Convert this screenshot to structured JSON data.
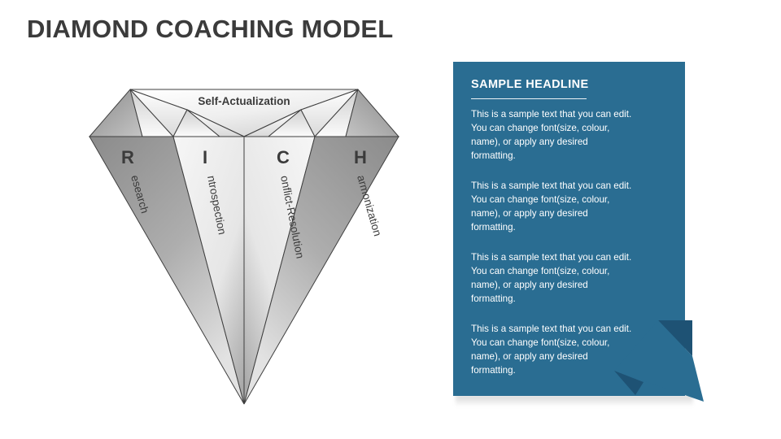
{
  "slide": {
    "title": "DIAMOND COACHING MODEL",
    "title_color": "#3b3b3b",
    "background_color": "#ffffff"
  },
  "diamond": {
    "crown_label": "Self-Actualization",
    "facets": [
      {
        "letter": "R",
        "word": "esearch",
        "full": "Research"
      },
      {
        "letter": "I",
        "word": "ntrospection",
        "full": "Introspection"
      },
      {
        "letter": "C",
        "word": "onflict-Resolution",
        "full": "Conflict-Resolution"
      },
      {
        "letter": "H",
        "word": "armonization",
        "full": "Harmonization"
      }
    ],
    "colors": {
      "light_facet": "#f2f2f2",
      "mid_facet": "#c9c9c9",
      "dark_facet": "#8f8f8f",
      "outline": "#3f3f3f",
      "text": "#3b3b3b"
    }
  },
  "callout": {
    "headline": "SAMPLE HEADLINE",
    "paragraphs": [
      "This is a sample text that you can edit. You can change font(size, colour, name), or apply any desired formatting.",
      "This is a sample text that you can edit. You can change font(size, colour, name), or apply any desired formatting.",
      "This is a sample text that you can edit. You can change font(size, colour, name), or apply any desired formatting.",
      "This is a sample text that you can edit. You can change font(size, colour, name), or apply any desired formatting."
    ],
    "colors": {
      "panel": "#2a6d92",
      "fold_dark": "#1e5274",
      "fold_mid": "#27627f",
      "text": "#ffffff"
    }
  }
}
